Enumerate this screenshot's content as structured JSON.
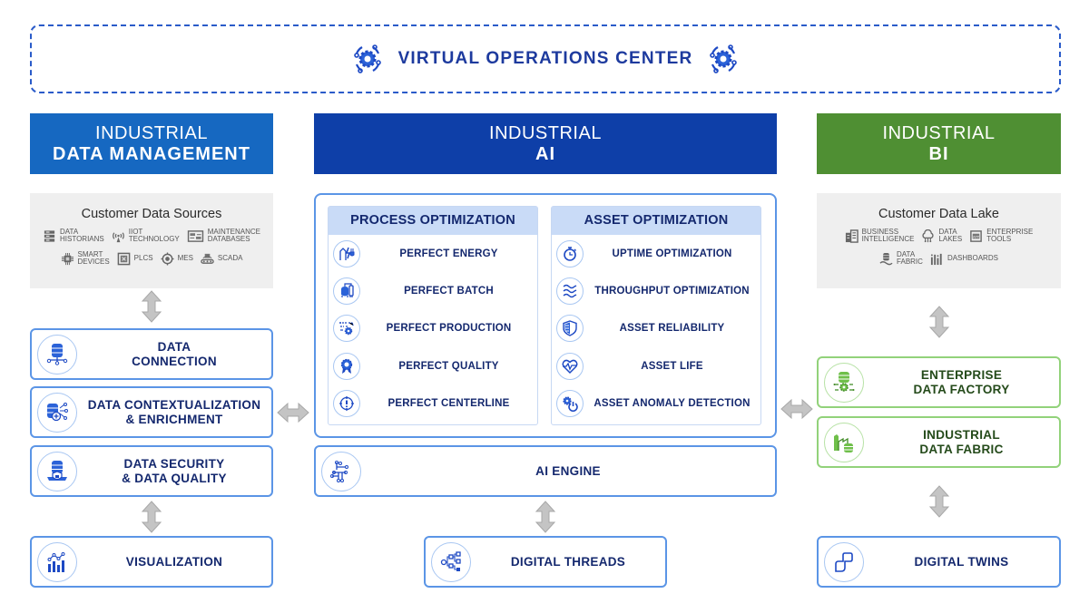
{
  "banner": {
    "title": "VIRTUAL OPERATIONS CENTER",
    "icon": "gear-network-icon"
  },
  "colors": {
    "data_management": "#1668c1",
    "ai": "#0e3fa8",
    "bi": "#4f8f33",
    "box_border_blue": "#5b95e6",
    "box_border_green": "#92d27a",
    "text_dark": "#14286e",
    "connector": "#b5b5b5"
  },
  "columns": {
    "data_management": {
      "line1": "INDUSTRIAL",
      "line2": "DATA MANAGEMENT",
      "sources": {
        "title": "Customer Data Sources",
        "row1": [
          {
            "icon": "server-icon",
            "l1": "DATA",
            "l2": "HISTORIANS"
          },
          {
            "icon": "antenna-icon",
            "l1": "IIOT",
            "l2": "TECHNOLOGY"
          },
          {
            "icon": "database-panel-icon",
            "l1": "MAINTENANCE",
            "l2": "DATABASES"
          }
        ],
        "row2": [
          {
            "icon": "chip-icon",
            "l1": "SMART",
            "l2": "DEVICES"
          },
          {
            "icon": "plc-icon",
            "l1": "PLCS",
            "l2": ""
          },
          {
            "icon": "target-icon",
            "l1": "MES",
            "l2": ""
          },
          {
            "icon": "conveyor-icon",
            "l1": "SCADA",
            "l2": ""
          }
        ]
      },
      "boxes": [
        {
          "l1": "DATA",
          "l2": "CONNECTION",
          "icon": "database-network-icon"
        },
        {
          "l1": "DATA CONTEXTUALIZATION",
          "l2": "& ENRICHMENT",
          "icon": "database-plus-icon"
        },
        {
          "l1": "DATA SECURITY",
          "l2": "& DATA QUALITY",
          "icon": "database-lock-icon"
        }
      ],
      "visualization": {
        "label": "VISUALIZATION",
        "icon": "chart-bars-icon"
      }
    },
    "ai": {
      "line1": "INDUSTRIAL",
      "line2": "AI",
      "process_optimization": {
        "title": "PROCESS OPTIMIZATION",
        "items": [
          {
            "label": "PERFECT ENERGY",
            "icon": "energy-plug-icon"
          },
          {
            "label": "PERFECT BATCH",
            "icon": "batch-tank-icon"
          },
          {
            "label": "PERFECT PRODUCTION",
            "icon": "production-gear-icon"
          },
          {
            "label": "PERFECT QUALITY",
            "icon": "award-ribbon-icon"
          },
          {
            "label": "PERFECT CENTERLINE",
            "icon": "crosshair-alert-icon"
          }
        ]
      },
      "asset_optimization": {
        "title": "ASSET OPTIMIZATION",
        "items": [
          {
            "label": "UPTIME OPTIMIZATION",
            "icon": "stopwatch-icon"
          },
          {
            "label": "THROUGHPUT OPTIMIZATION",
            "icon": "waves-icon"
          },
          {
            "label": "ASSET RELIABILITY",
            "icon": "shield-icon"
          },
          {
            "label": "ASSET LIFE",
            "icon": "heartbeat-icon"
          },
          {
            "label": "ASSET ANOMALY DETECTION",
            "icon": "gear-power-icon"
          }
        ]
      },
      "engine": {
        "label": "AI ENGINE",
        "icon": "circuit-icon"
      },
      "digital_threads": {
        "label": "DIGITAL THREADS",
        "icon": "tree-nodes-icon"
      }
    },
    "bi": {
      "line1": "INDUSTRIAL",
      "line2": "BI",
      "lake": {
        "title": "Customer Data Lake",
        "row1": [
          {
            "icon": "building-icon",
            "l1": "BUSINESS",
            "l2": "INTELLIGENCE"
          },
          {
            "icon": "cloud-icon",
            "l1": "DATA",
            "l2": "LAKES"
          },
          {
            "icon": "app-icon",
            "l1": "ENTERPRISE",
            "l2": "TOOLS"
          }
        ],
        "row2": [
          {
            "icon": "database-wave-icon",
            "l1": "DATA",
            "l2": "FABRIC"
          },
          {
            "icon": "dashboard-bars-icon",
            "l1": "DASHBOARDS",
            "l2": ""
          }
        ]
      },
      "boxes": [
        {
          "l1": "ENTERPRISE",
          "l2": "DATA FACTORY",
          "icon": "database-gear-icon"
        },
        {
          "l1": "INDUSTRIAL",
          "l2": "DATA FABRIC",
          "icon": "factory-database-icon"
        }
      ],
      "digital_twins": {
        "label": "DIGITAL TWINS",
        "icon": "twin-link-icon"
      }
    }
  }
}
